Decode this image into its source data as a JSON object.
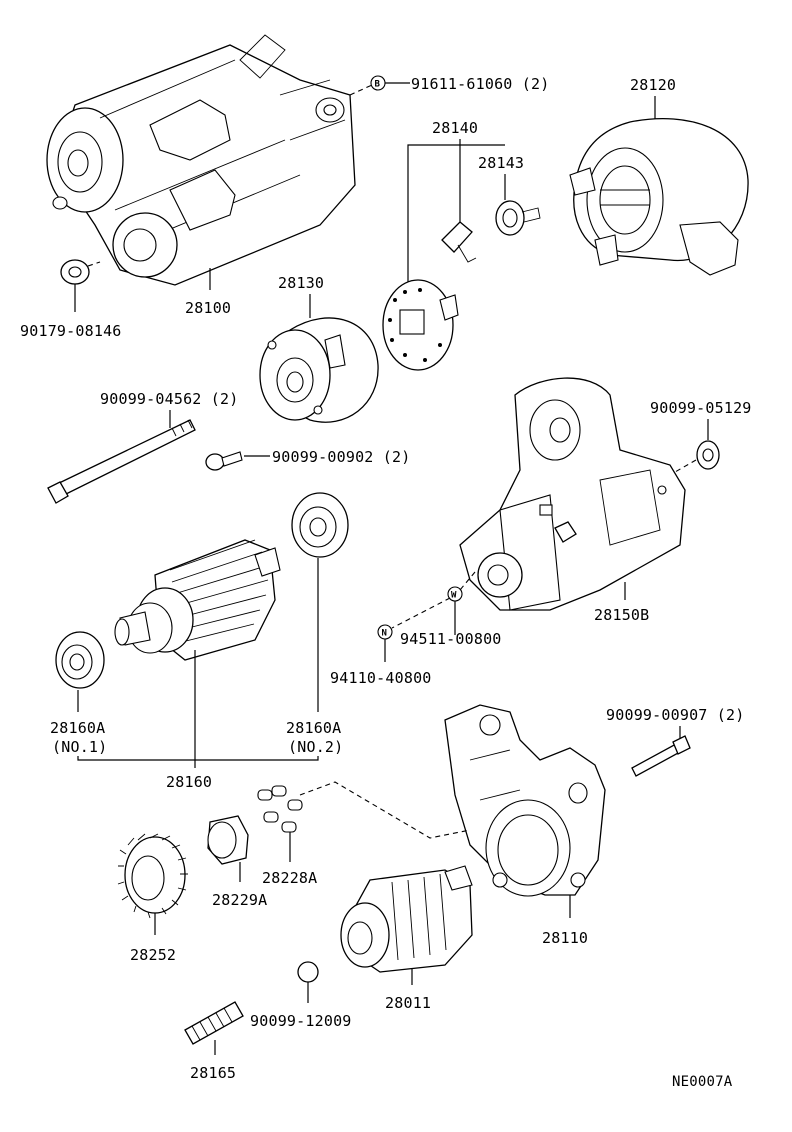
{
  "labels": {
    "p91611": "91611-61060 (2)",
    "p28120": "28120",
    "p28140": "28140",
    "p28143": "28143",
    "p28100": "28100",
    "p90179": "90179-08146",
    "p28130": "28130",
    "p90099_04562": "90099-04562 (2)",
    "p90099_05129": "90099-05129",
    "p90099_00902": "90099-00902 (2)",
    "p28150b": "28150B",
    "p94511": "94511-00800",
    "p94110": "94110-40800",
    "p28160a_1": "28160A",
    "p28160a_1_sub": "(NO.1)",
    "p28160a_2": "28160A",
    "p28160a_2_sub": "(NO.2)",
    "p28160": "28160",
    "p90099_00907": "90099-00907 (2)",
    "p28228a": "28228A",
    "p28229a": "28229A",
    "p28110": "28110",
    "p28252": "28252",
    "p28011": "28011",
    "p90099_12009": "90099-12009",
    "p28165": "28165",
    "diagram_code": "NE0007A"
  },
  "marks": {
    "b": "B",
    "w": "W",
    "n": "N"
  }
}
